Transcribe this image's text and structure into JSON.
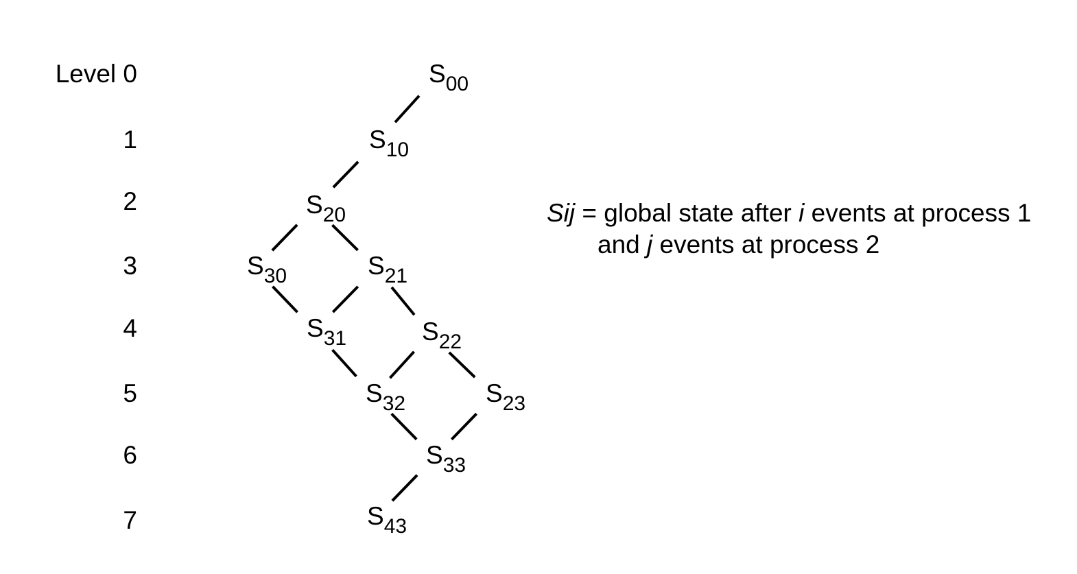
{
  "levels": {
    "prefix": "Level ",
    "items": [
      "0",
      "1",
      "2",
      "3",
      "4",
      "5",
      "6",
      "7"
    ]
  },
  "states": {
    "letter": "S",
    "items": [
      "00",
      "10",
      "20",
      "30",
      "21",
      "31",
      "22",
      "32",
      "23",
      "33",
      "43"
    ]
  },
  "edges": [
    [
      "00",
      "10"
    ],
    [
      "10",
      "20"
    ],
    [
      "20",
      "30"
    ],
    [
      "20",
      "21"
    ],
    [
      "30",
      "31"
    ],
    [
      "21",
      "31"
    ],
    [
      "21",
      "22"
    ],
    [
      "31",
      "32"
    ],
    [
      "22",
      "32"
    ],
    [
      "22",
      "23"
    ],
    [
      "32",
      "33"
    ],
    [
      "23",
      "33"
    ],
    [
      "33",
      "43"
    ]
  ],
  "legend": {
    "symbol": "Sij",
    "text_a": " = global state after ",
    "var_i": "i",
    "text_b": " events at process 1",
    "text_c": "and ",
    "var_j": "j",
    "text_d": " events at process 2"
  }
}
